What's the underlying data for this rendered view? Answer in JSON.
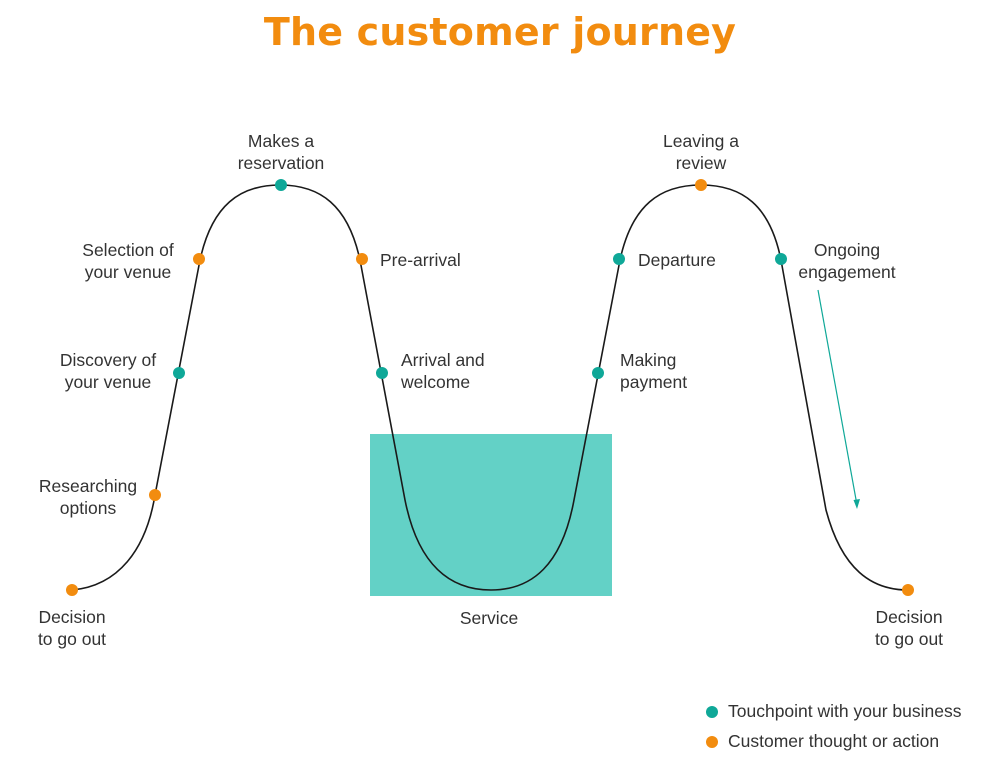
{
  "title": "The customer journey",
  "colors": {
    "title": "#f28c0f",
    "touchpoint": "#0fa898",
    "customer": "#f28c0f",
    "service_box": "#63d1c6",
    "curve": "#1a1a1a",
    "text": "#333333"
  },
  "stages": {
    "decision_start": [
      "Decision",
      "to go out"
    ],
    "researching": [
      "Researching",
      "options"
    ],
    "discovery": [
      "Discovery of",
      "your venue"
    ],
    "selection": [
      "Selection of",
      "your venue"
    ],
    "reservation": [
      "Makes a",
      "reservation"
    ],
    "pre_arrival": [
      "Pre-arrival"
    ],
    "arrival": [
      "Arrival and",
      "welcome"
    ],
    "service": [
      "Service"
    ],
    "payment": [
      "Making",
      "payment"
    ],
    "departure": [
      "Departure"
    ],
    "review": [
      "Leaving a",
      "review"
    ],
    "engagement": [
      "Ongoing",
      "engagement"
    ],
    "decision_end": [
      "Decision",
      "to go out"
    ]
  },
  "legend": {
    "touchpoint": "Touchpoint with your business",
    "customer": "Customer thought or action"
  }
}
